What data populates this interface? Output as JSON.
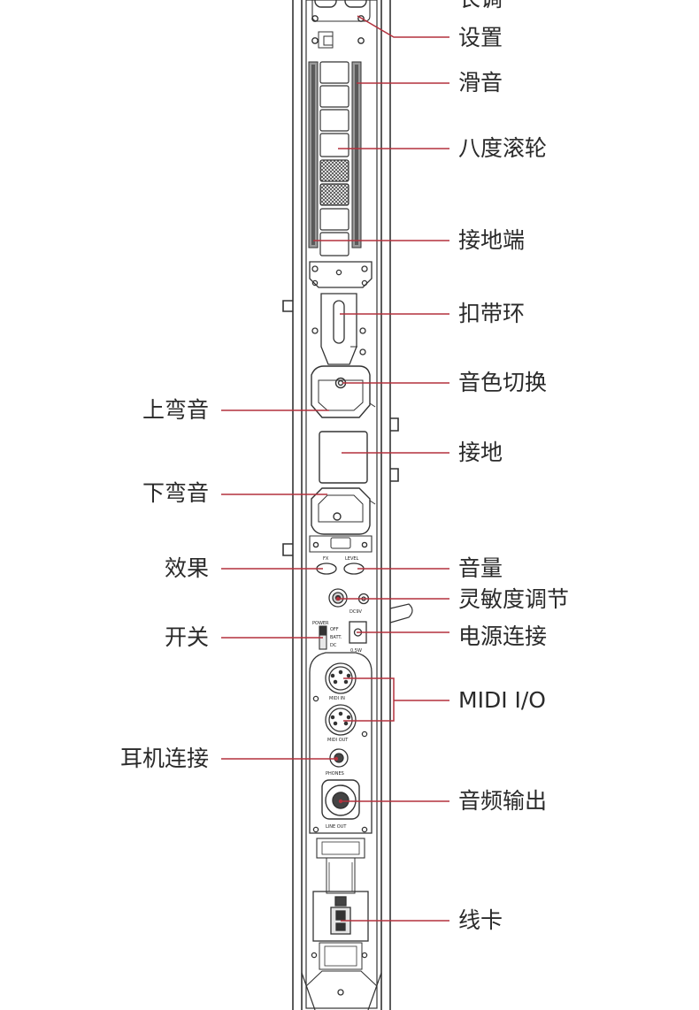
{
  "labels_right": {
    "top_partial": "长调",
    "settings": "设置",
    "glide": "滑音",
    "octave_wheel": "八度滚轮",
    "ground_terminal": "接地端",
    "strap_ring": "扣带环",
    "tone_switch": "音色切换",
    "ground": "接地",
    "volume": "音量",
    "sensitivity": "灵敏度调节",
    "power_connection": "电源连接",
    "midi_io": "MIDI I/O",
    "audio_output": "音频输出",
    "line_card": "线卡"
  },
  "labels_left": {
    "bend_up": "上弯音",
    "bend_down": "下弯音",
    "effect": "效果",
    "switch": "开关",
    "headphone": "耳机连接"
  },
  "panel_text": {
    "fx": "FX",
    "level": "LEVEL",
    "power": "POWER",
    "off": "OFF",
    "batt": "BATT.",
    "dc": "DC",
    "dc_in": "DC9V",
    "dc_watt": "0.5W",
    "midi_in": "MIDI IN",
    "midi_out": "MIDI OUT",
    "phones": "PHONES",
    "line_out": "LINE OUT"
  },
  "colors": {
    "leader": "#b3313d",
    "outline": "#333333",
    "text": "#2a2a2a"
  }
}
